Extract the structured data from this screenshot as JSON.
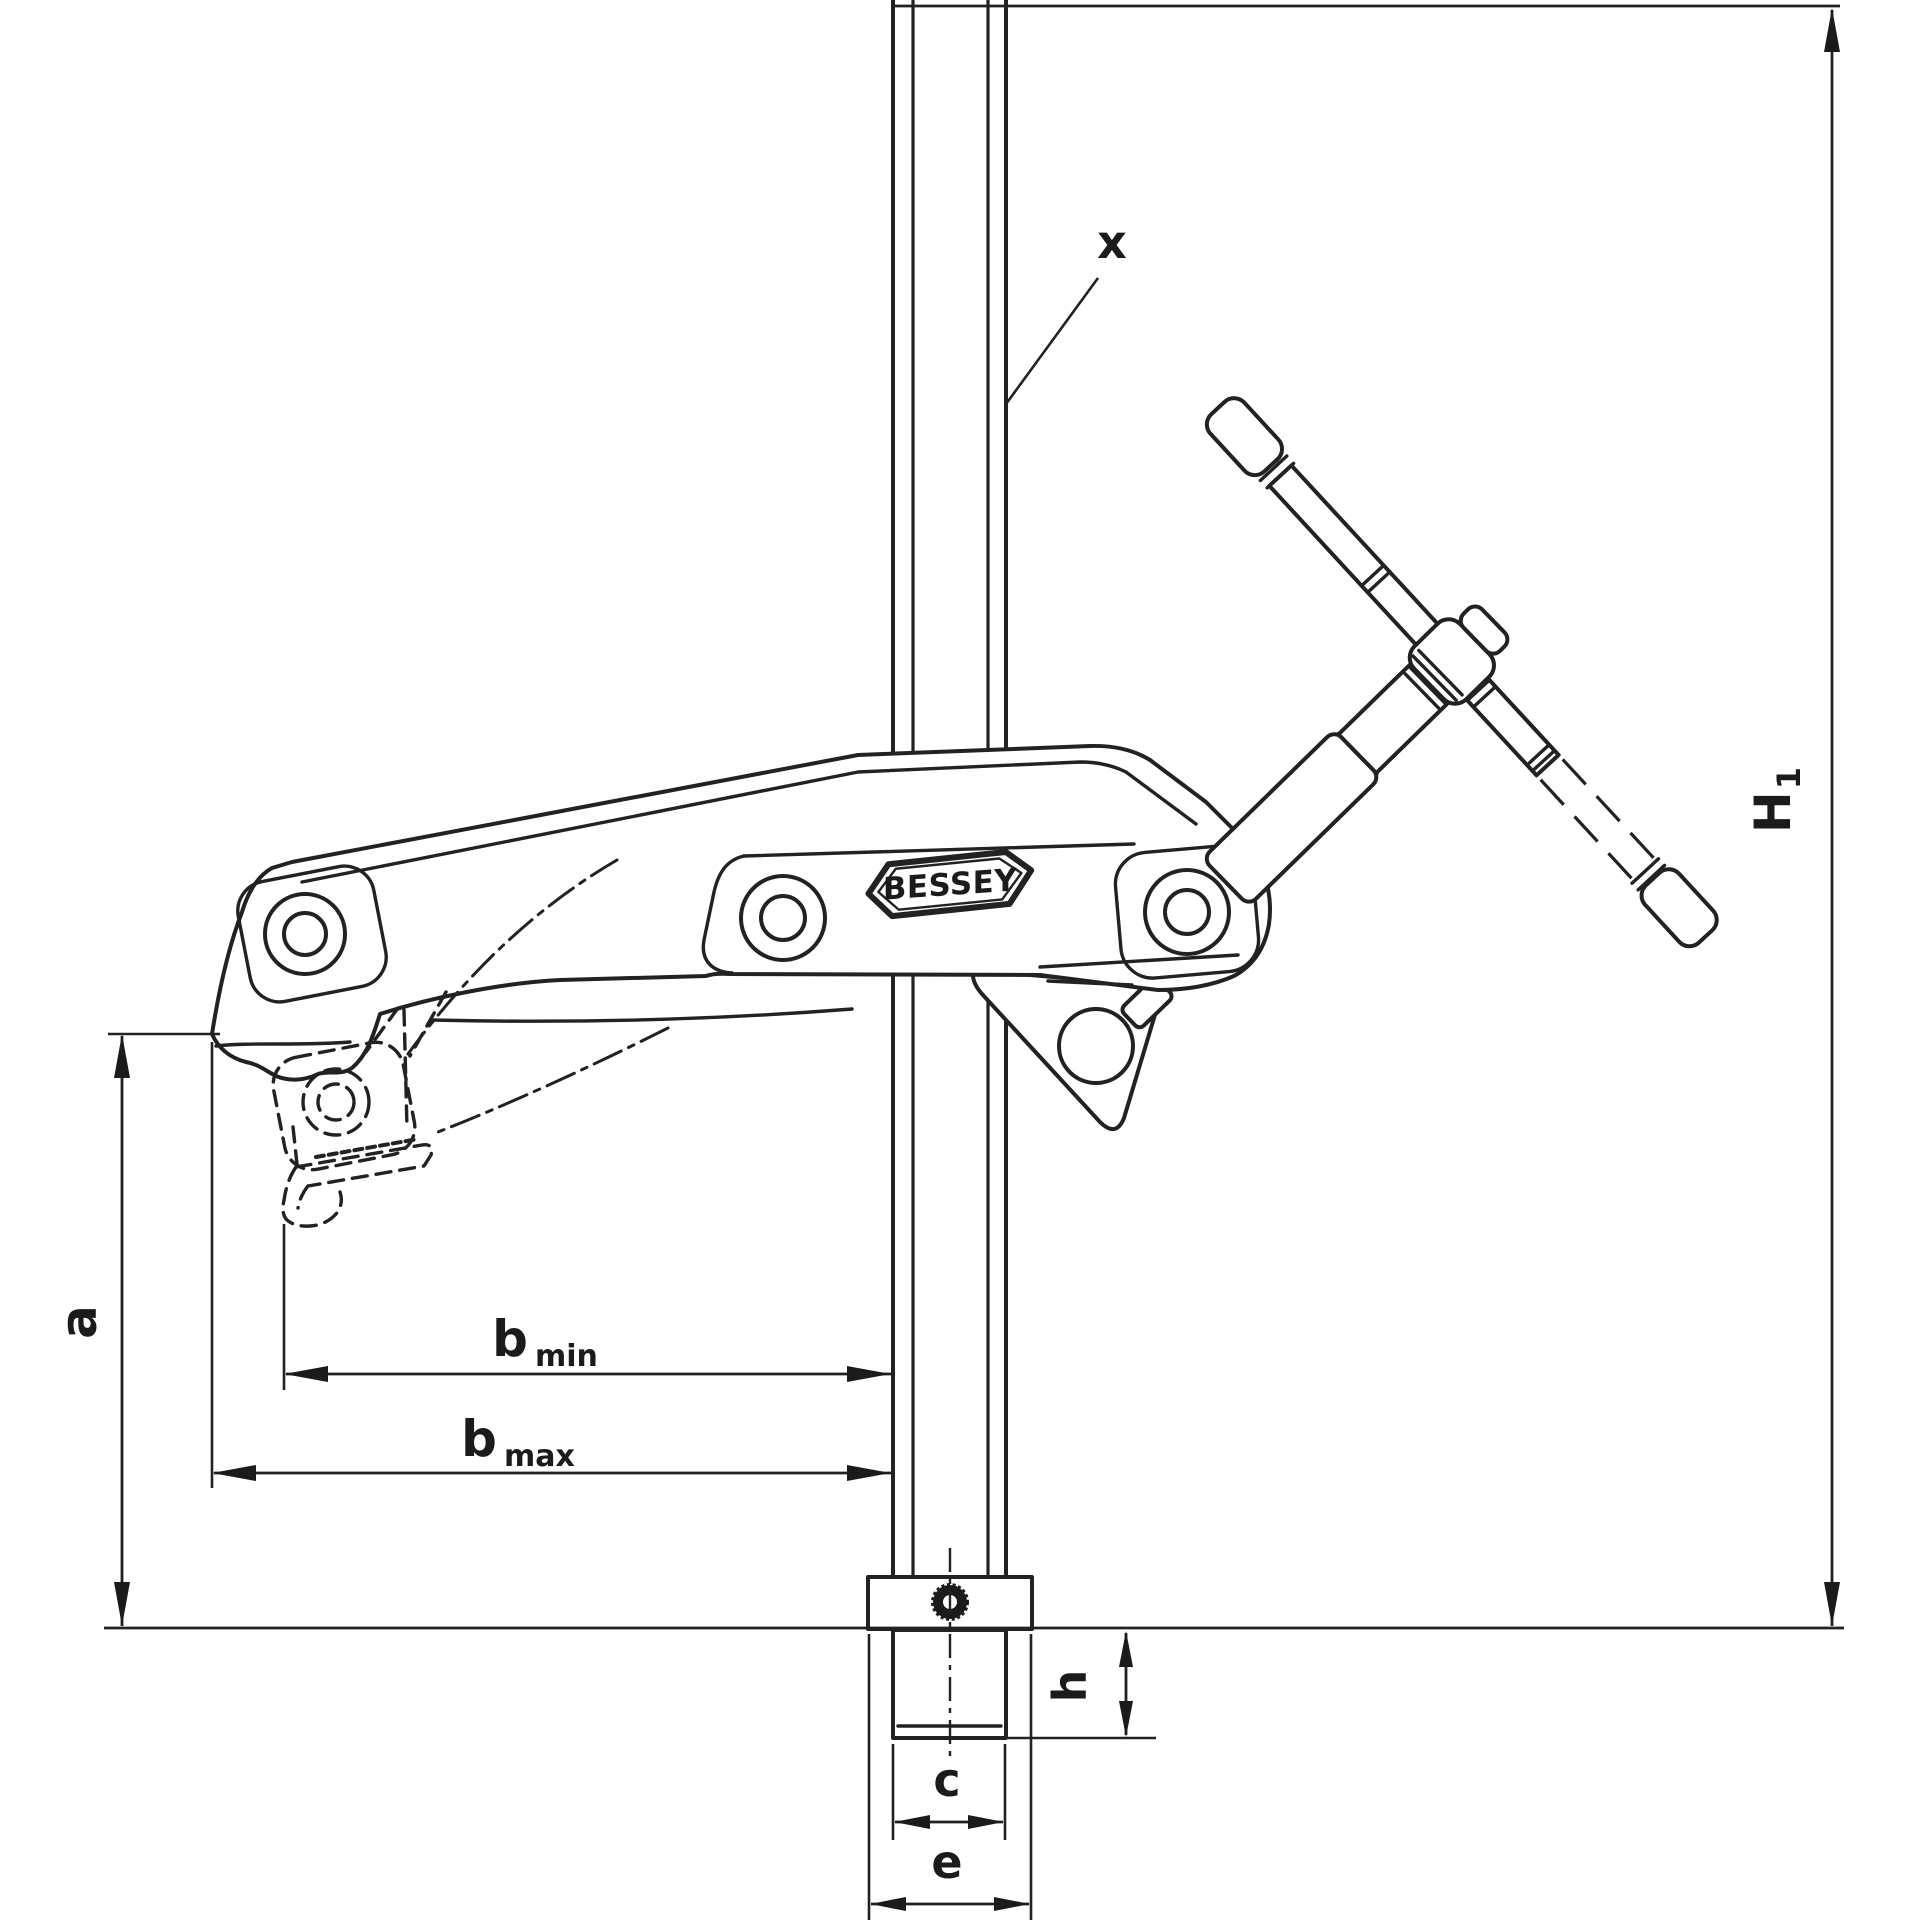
{
  "brand": {
    "logo_text": "BESSEY"
  },
  "labels": {
    "x": "x",
    "h1_main": "H",
    "h1_sub": "1",
    "a": "a",
    "b_main": "b",
    "b_min_sub": "min",
    "b_max_sub": "max",
    "h": "h",
    "c": "c",
    "e": "e"
  },
  "colors": {
    "line": "#1b1b1b",
    "background": "#ffffff"
  },
  "figure": {
    "type": "technical-dimension-drawing",
    "dimensions_shown": [
      "x",
      "H1",
      "a",
      "b min",
      "b max",
      "h",
      "c",
      "e"
    ]
  }
}
